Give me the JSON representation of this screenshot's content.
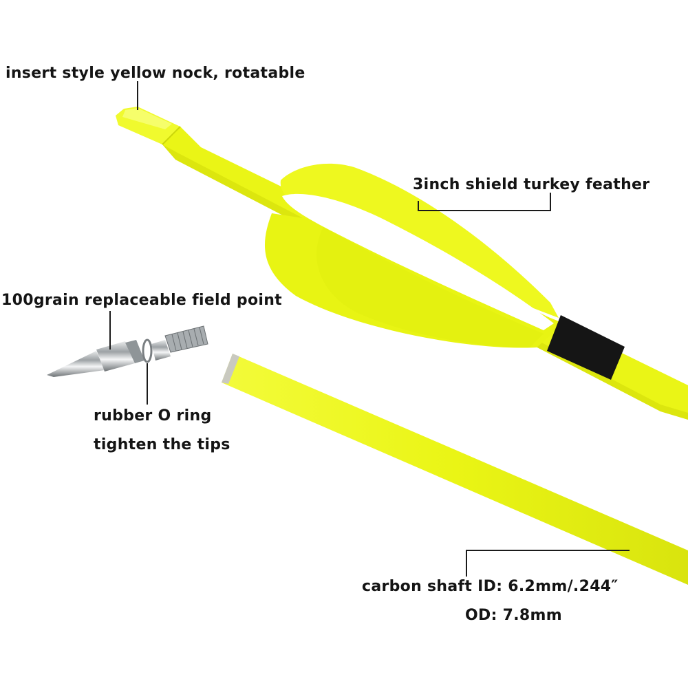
{
  "labels": {
    "nock": "insert style yellow nock, rotatable",
    "feather": "3inch shield turkey feather",
    "field_point": "100grain replaceable field point",
    "o_ring_line1": "rubber O ring",
    "o_ring_line2": "tighten the tips",
    "shaft_line1": "carbon shaft ID: 6.2mm/.244″",
    "shaft_line2": "OD:  7.8mm"
  },
  "colors": {
    "shaft": "#eef81a",
    "shaft_shadow": "#cfd90c",
    "feather_white": "#ffffff",
    "wrap": "#161616",
    "steel": "#b8bcbe",
    "leader": "#1a1a1a"
  }
}
